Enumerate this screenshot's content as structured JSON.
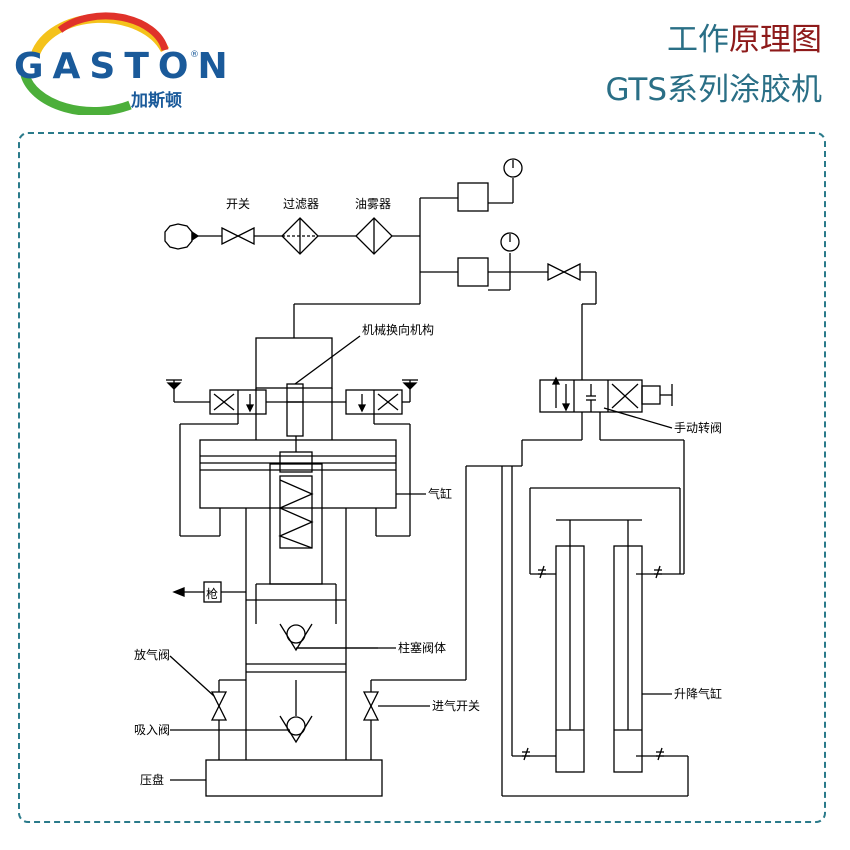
{
  "logo": {
    "wordmark": "GASTON",
    "trademark": "®",
    "chinese_name": "加斯顿",
    "colors": {
      "wordmark": "#1a5a9a",
      "arc_green": "#4caf3a",
      "arc_yellow": "#f4c21b",
      "arc_red": "#e0322a"
    }
  },
  "title": {
    "line1_part1": "工作",
    "line1_part2": "原理图",
    "line2": "GTS系列涂胶机"
  },
  "colors": {
    "title": "#2a6f86",
    "title_accent": "#8e1a1a",
    "frame": "#2a7a8a"
  },
  "diagram": {
    "labels": {
      "switch": "开关",
      "filter": "过滤器",
      "oil_mist": "油雾器",
      "mechanical_reversing": "机械换向机构",
      "cylinder": "气缸",
      "gun": "枪",
      "plunger_valve": "柱塞阀体",
      "bleed_valve": "放气阀",
      "suction_valve": "吸入阀",
      "press_plate": "压盘",
      "air_inlet_switch": "进气开关",
      "manual_valve": "手动转阀",
      "lift_cylinder": "升降气缸"
    }
  }
}
